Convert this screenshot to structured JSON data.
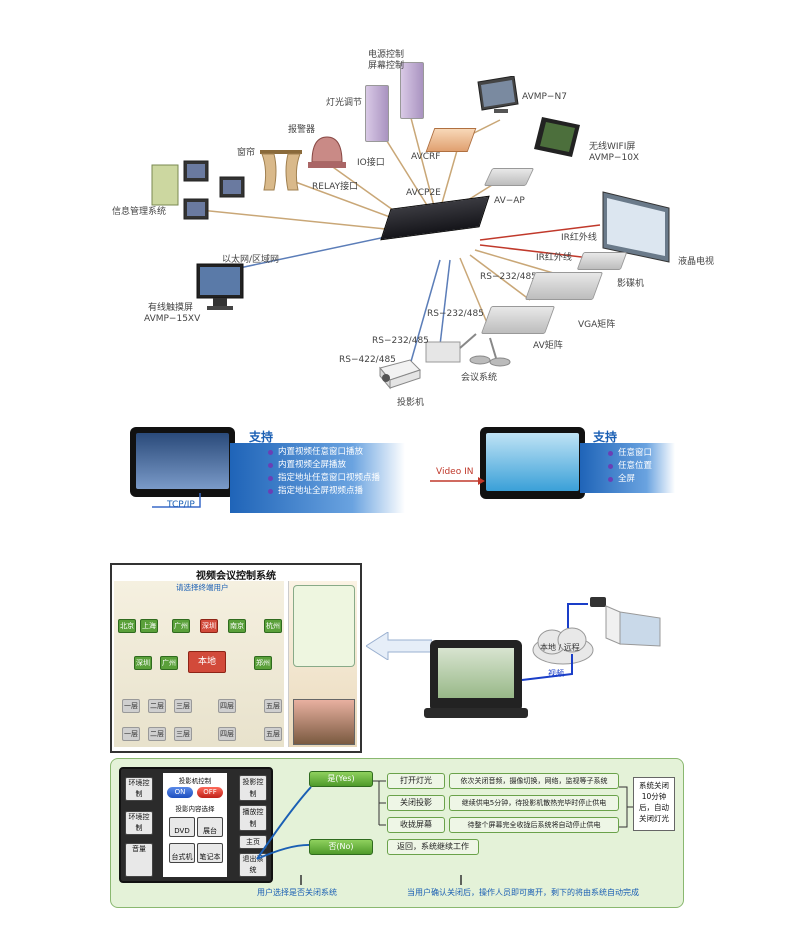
{
  "topology": {
    "labels": {
      "power_ctrl": "电源控制",
      "screen_ctrl": "屏幕控制",
      "light": "灯光调节",
      "alarm": "报警器",
      "curtain": "窗帘",
      "io": "IO接口",
      "relay": "RELAY接口",
      "avcrf": "AVCRF",
      "avmp_n7": "AVMP−N7",
      "wifi_screen": "无线WIFI屏",
      "avmp_10x": "AVMP−10X",
      "info_sys": "信息管理系统",
      "avcp2e": "AVCP2E",
      "av_ap": "AV−AP",
      "ethernet": "以太网/区域网",
      "ir1": "IR红外线",
      "ir2": "IR红外线",
      "lcd_tv": "液晶电视",
      "rs232_1": "RS−232/485",
      "dvd": "影碟机",
      "rs232_2": "RS−232/485",
      "vga": "VGA矩阵",
      "wired_touch": "有线触摸屏",
      "avmp_15xv": "AVMP−15XV",
      "rs232_3": "RS−232/485",
      "av_matrix": "AV矩阵",
      "rs422": "RS−422/485",
      "conf_sys": "会议系统",
      "projector": "投影机"
    }
  },
  "support": {
    "left_title": "支持",
    "left_items": [
      "内置视频任意窗口播放",
      "内置视频全屏播放",
      "指定地址任意窗口视频点播",
      "指定地址全屏视频点播"
    ],
    "left_tag": "TCP/IP",
    "right_title": "支持",
    "right_items": [
      "任意窗口",
      "任意位置",
      "全屏"
    ],
    "right_tag": "Video IN"
  },
  "vconf": {
    "title": "视频会议控制系统",
    "subtitle": "请选择终端用户",
    "center": "本地",
    "top_row": [
      "北京",
      "上海",
      "广州",
      "深圳",
      "南京",
      "杭州"
    ],
    "mid_left": [
      "深圳",
      "广州"
    ],
    "mid_right": [
      "郑州"
    ],
    "bottom_row1": [
      "一层",
      "二层",
      "三层",
      "四层",
      "五层"
    ],
    "bottom_row2": [
      "一层",
      "二层",
      "三层",
      "四层",
      "五层"
    ],
    "cloud_label": "本地 / 远程",
    "video_label": "视频"
  },
  "flow": {
    "remote_title": "投影机控制",
    "on": "ON",
    "off": "OFF",
    "source_title": "投影内容选择",
    "sources": [
      "DVD",
      "展台",
      "台式机",
      "笔记本"
    ],
    "left_btns": [
      "环境控制",
      "环境控制",
      "音量"
    ],
    "right_btns": [
      "投影控制",
      "播放控制",
      "主页",
      "退出系统"
    ],
    "yes": "是(Yes)",
    "no": "否(No)",
    "actions": [
      "打开灯光",
      "关闭投影",
      "收拢屏幕"
    ],
    "results": [
      "依次关闭音频，摄像切换，网络，监视等子系统",
      "继续供电5分钟，待投影机散热完毕时停止供电",
      "待整个屏幕完全收拢后系统将自动停止供电"
    ],
    "no_action": "返回，系统继续工作",
    "final": "系统关闭10分钟后，自动关闭灯光",
    "bottom_left": "用户选择是否关闭系统",
    "bottom_right": "当用户确认关闭后，操作人员即可离开，剩下的将由系统自动完成"
  },
  "colors": {
    "cable_red": "#c0392b",
    "cable_tan": "#c9a777",
    "cable_blue": "#5b7db8",
    "green_panel": "#e4f2d8",
    "accent_blue": "#1a5fb4"
  }
}
